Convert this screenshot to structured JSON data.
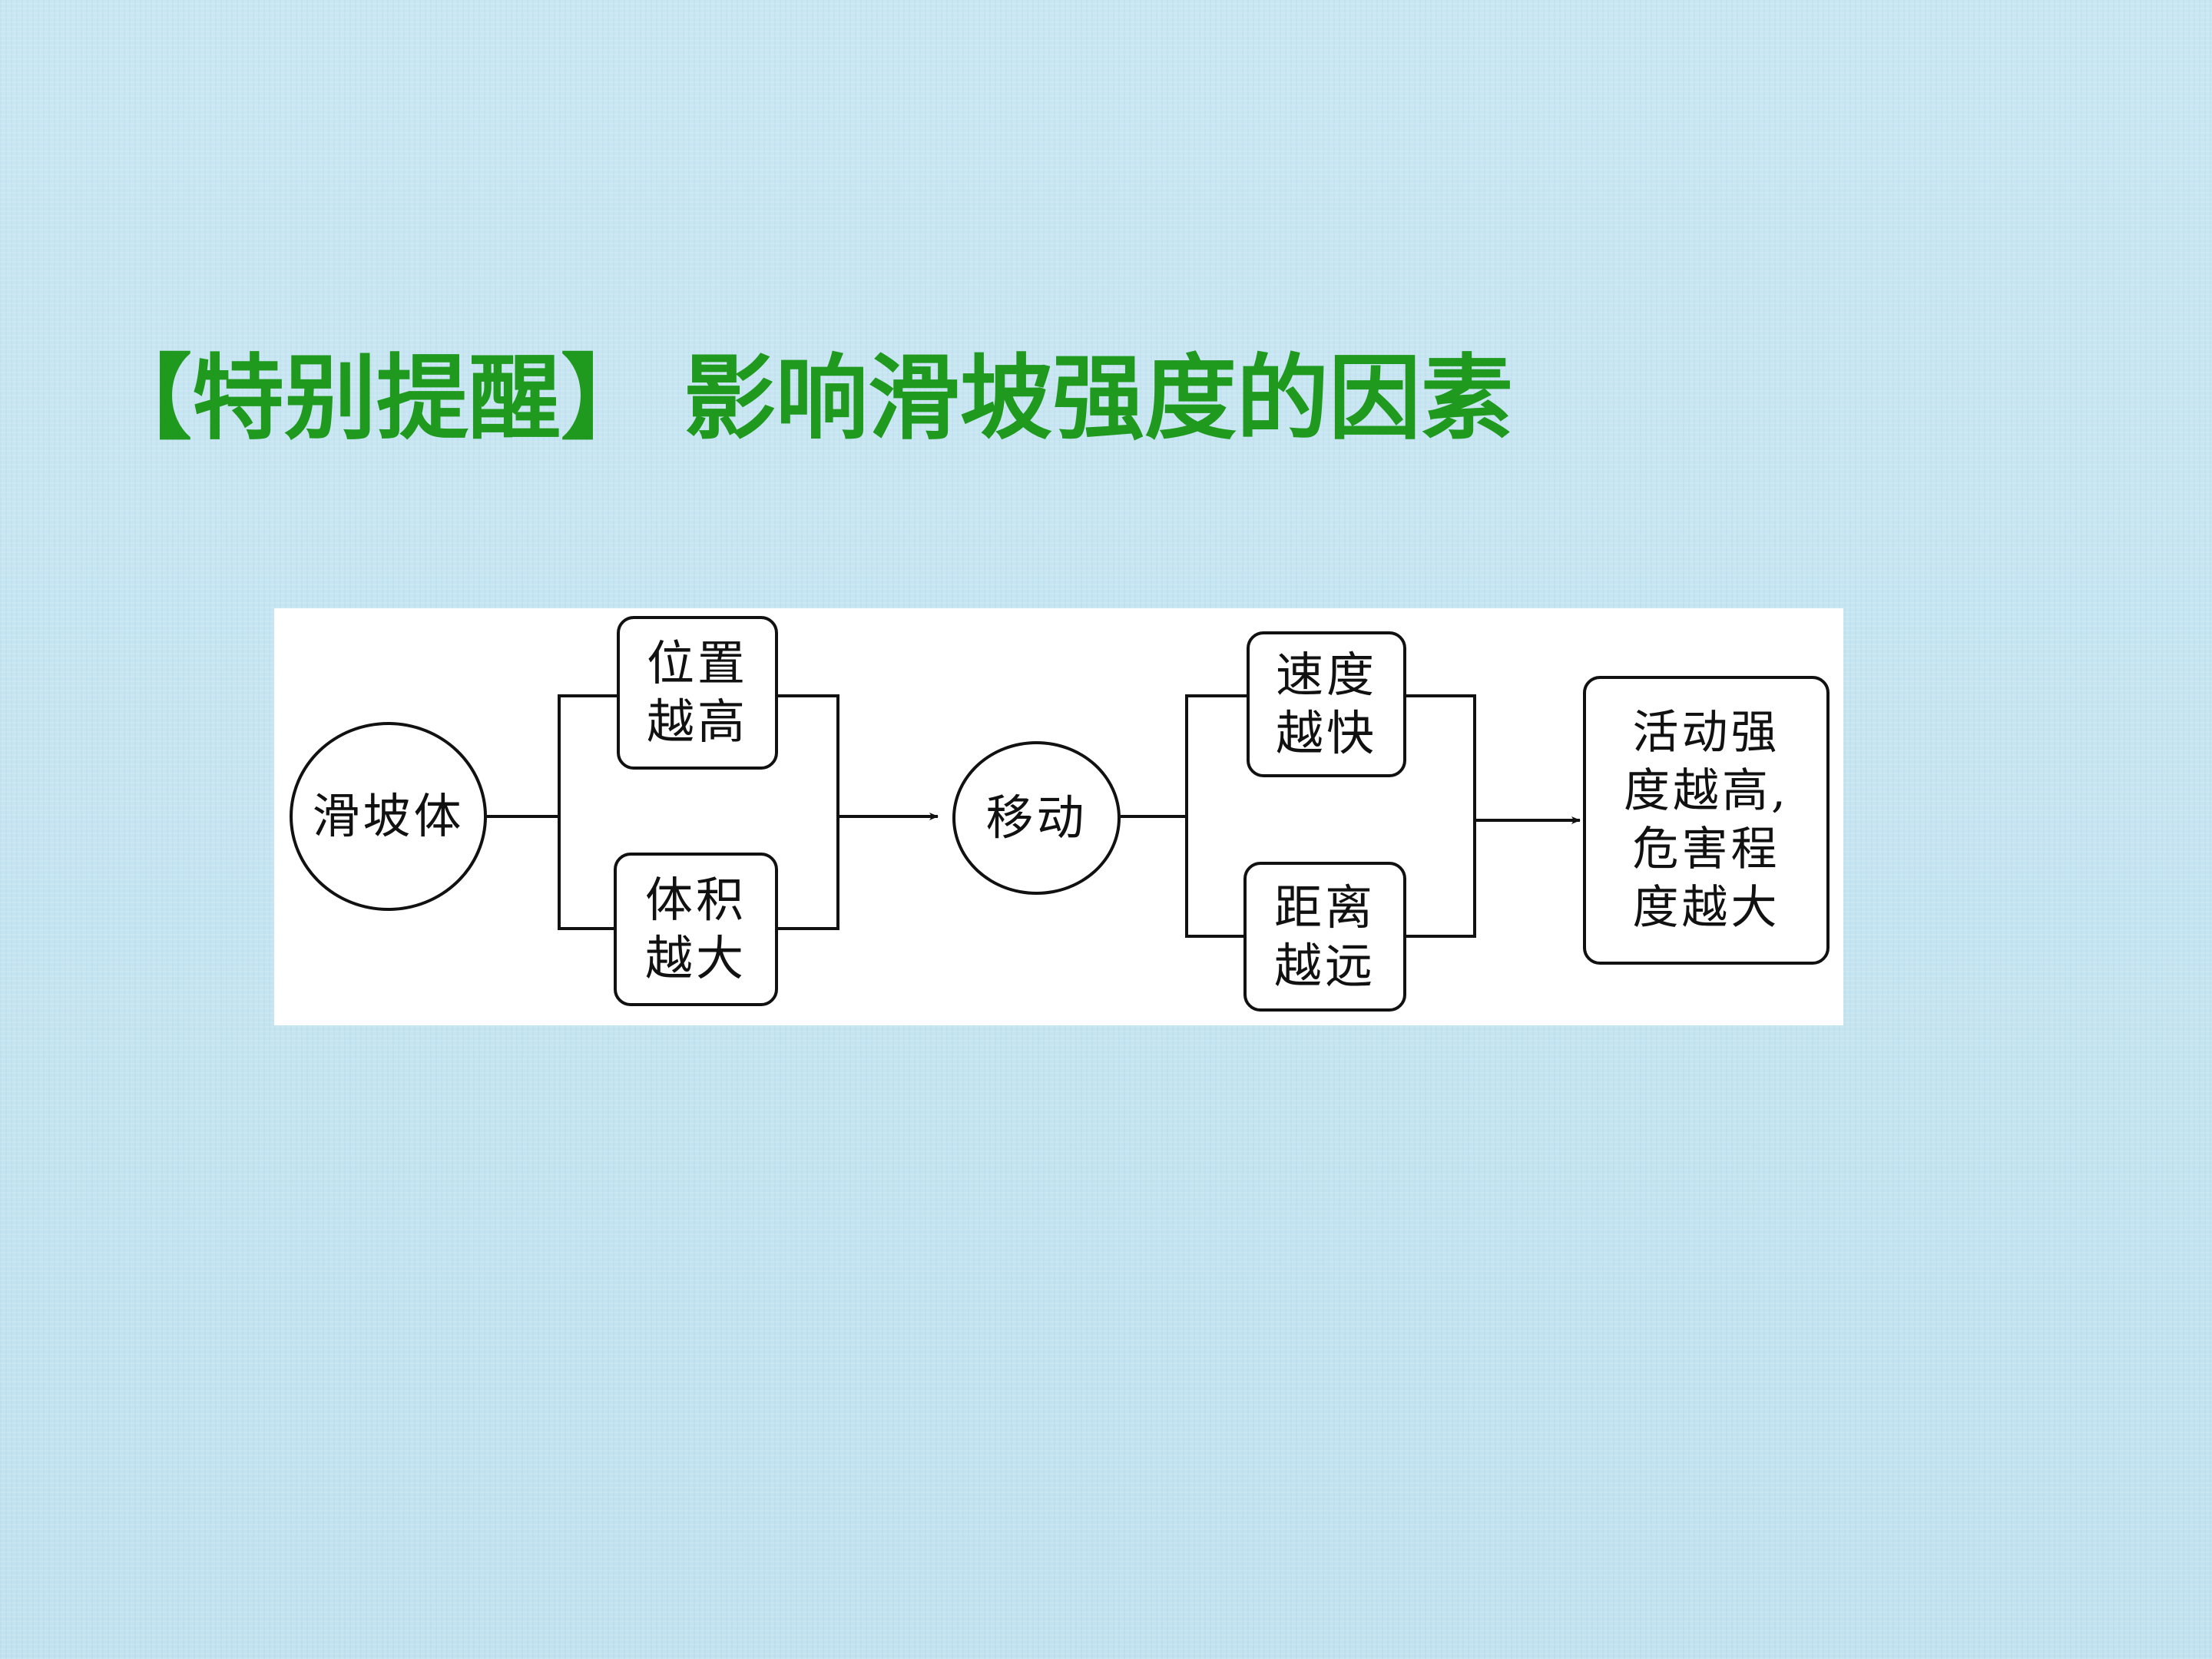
{
  "title": {
    "bracket_label": "【特别提醒】",
    "heading": "影响滑坡强度的因素"
  },
  "diagram": {
    "nodes": {
      "landslide_body": "滑坡体",
      "position_high": "位置\n越高",
      "volume_large": "体积\n越大",
      "movement": "移动",
      "speed_fast": "速度\n越快",
      "distance_far": "距离\n越远",
      "result": "活动强\n度越高,\n危害程\n度越大"
    }
  },
  "colors": {
    "title": "#1f9a1f",
    "background": "#c6e5f1",
    "panel": "#ffffff",
    "stroke": "#111111"
  }
}
